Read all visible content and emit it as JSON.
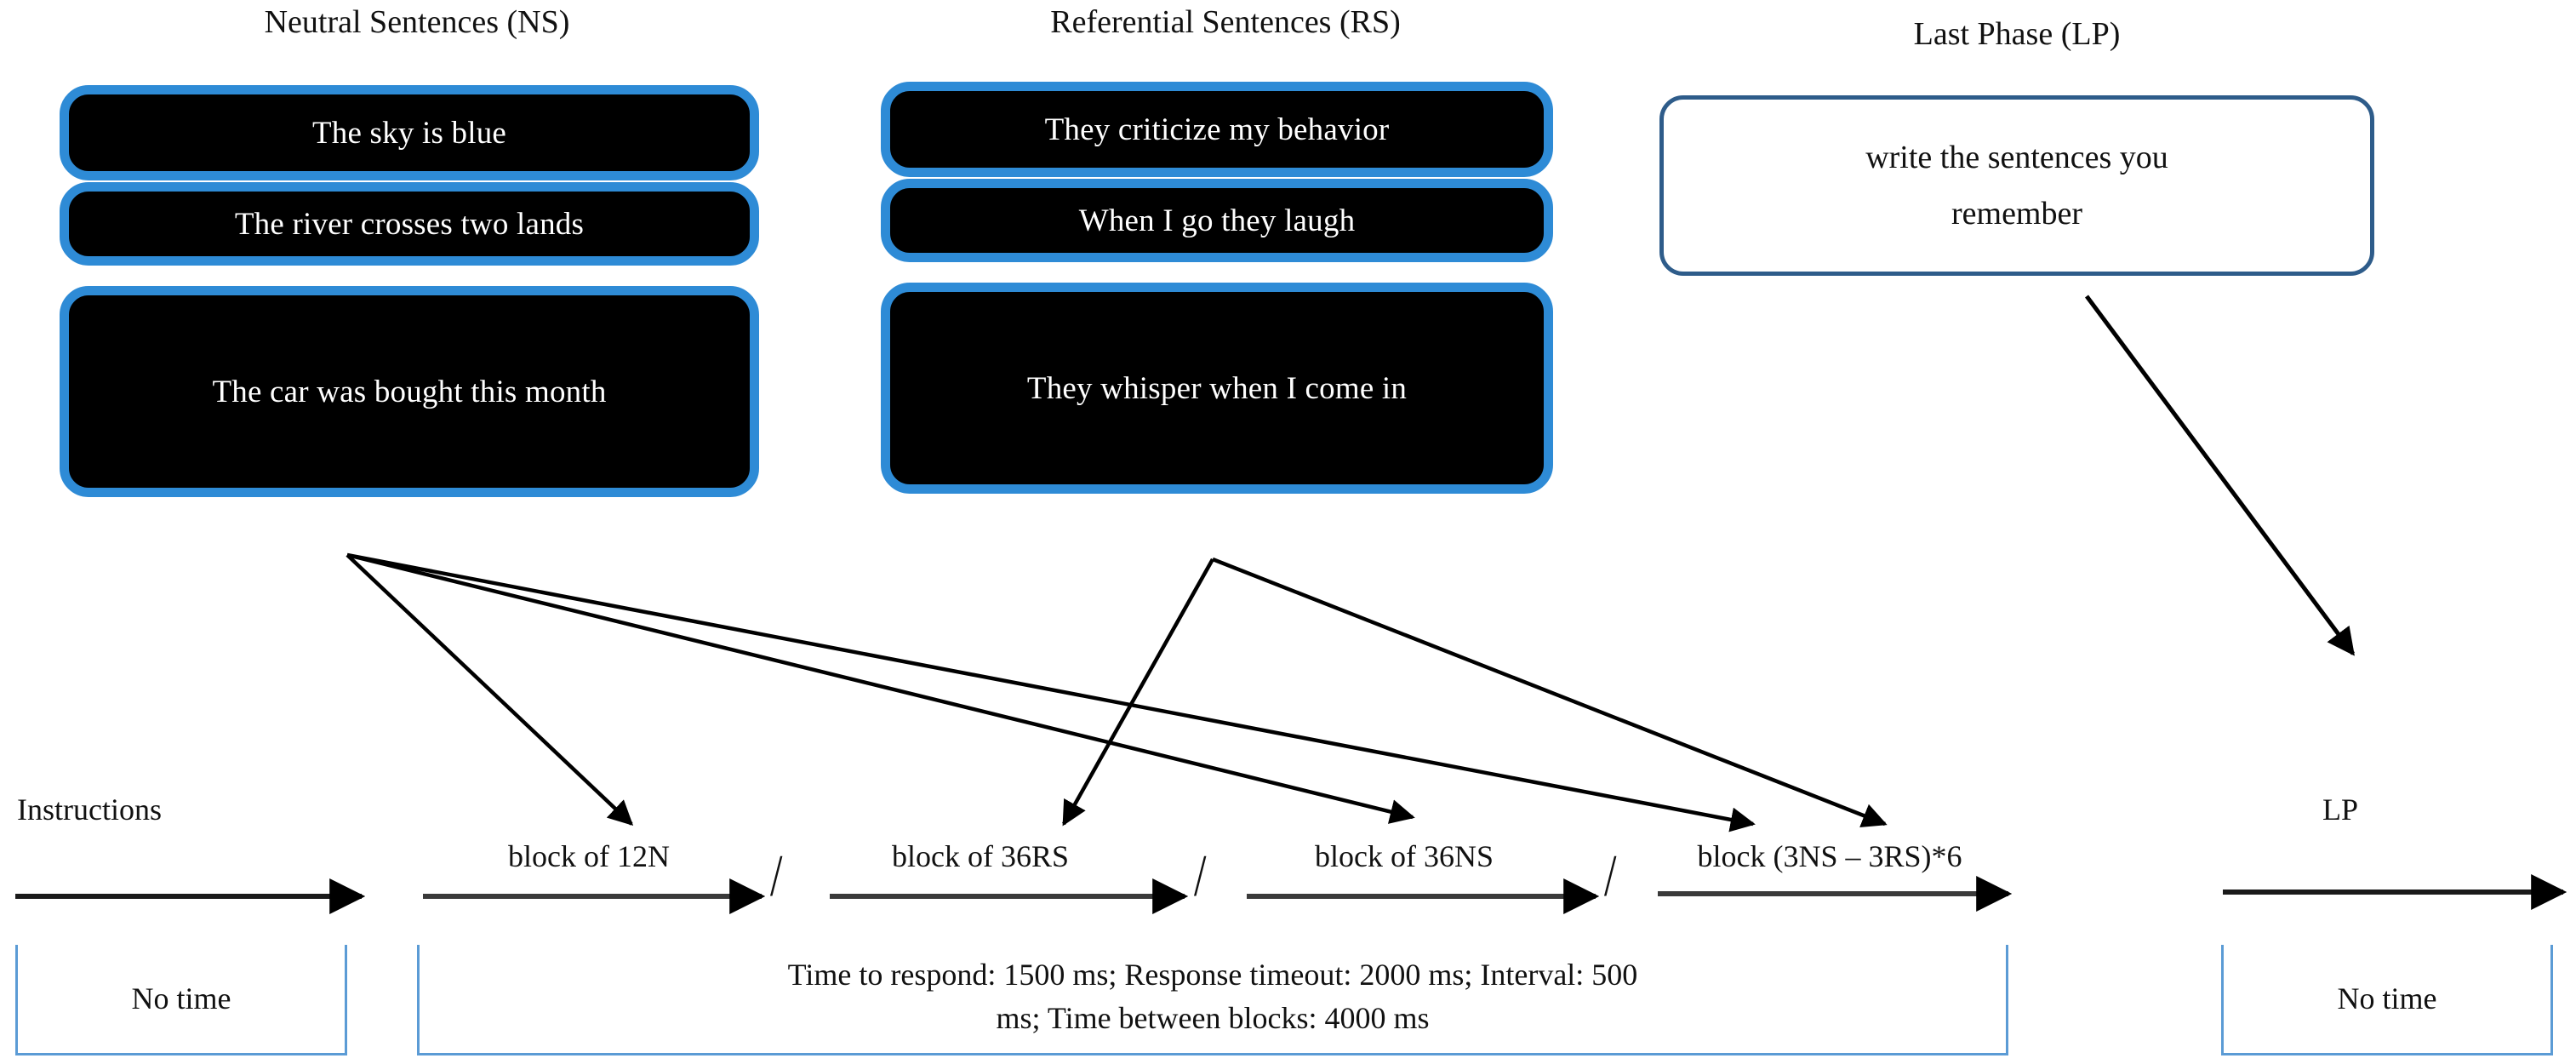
{
  "headings": {
    "neutral": "Neutral Sentences (NS)",
    "referential": "Referential Sentences (RS)",
    "last_phase": "Last Phase (LP)"
  },
  "neutral_sentences": [
    "The sky is blue",
    "The river crosses two lands",
    "The car was bought this month"
  ],
  "referential_sentences": [
    "They criticize my behavior",
    "When I go they laugh",
    "They whisper when I come in"
  ],
  "last_phase_box": {
    "line1": "write the sentences you",
    "line2": "remember"
  },
  "timeline": {
    "instructions_label": "Instructions",
    "lp_label": "LP",
    "blocks": [
      {
        "label": "block of 12N"
      },
      {
        "label": "block of 36RS"
      },
      {
        "label": "block of 36NS"
      },
      {
        "label": "block (3NS – 3RS)*6"
      }
    ],
    "separator": "/",
    "brackets": {
      "instructions_time": "No time",
      "timing_line1": "Time to respond: 1500 ms; Response timeout: 2000 ms;  Interval: 500",
      "timing_line2": "ms; Time between blocks: 4000 ms",
      "lp_time": "No time"
    }
  },
  "colors": {
    "stimulus_border": "#2E8BD6",
    "stimulus_fill": "#000000",
    "stimulus_text": "#FFFFFF",
    "lp_border": "#2E5C8A",
    "bracket_border": "#5B9BD5",
    "arrow": "#000000",
    "text": "#111111",
    "background": "#FFFFFF"
  }
}
